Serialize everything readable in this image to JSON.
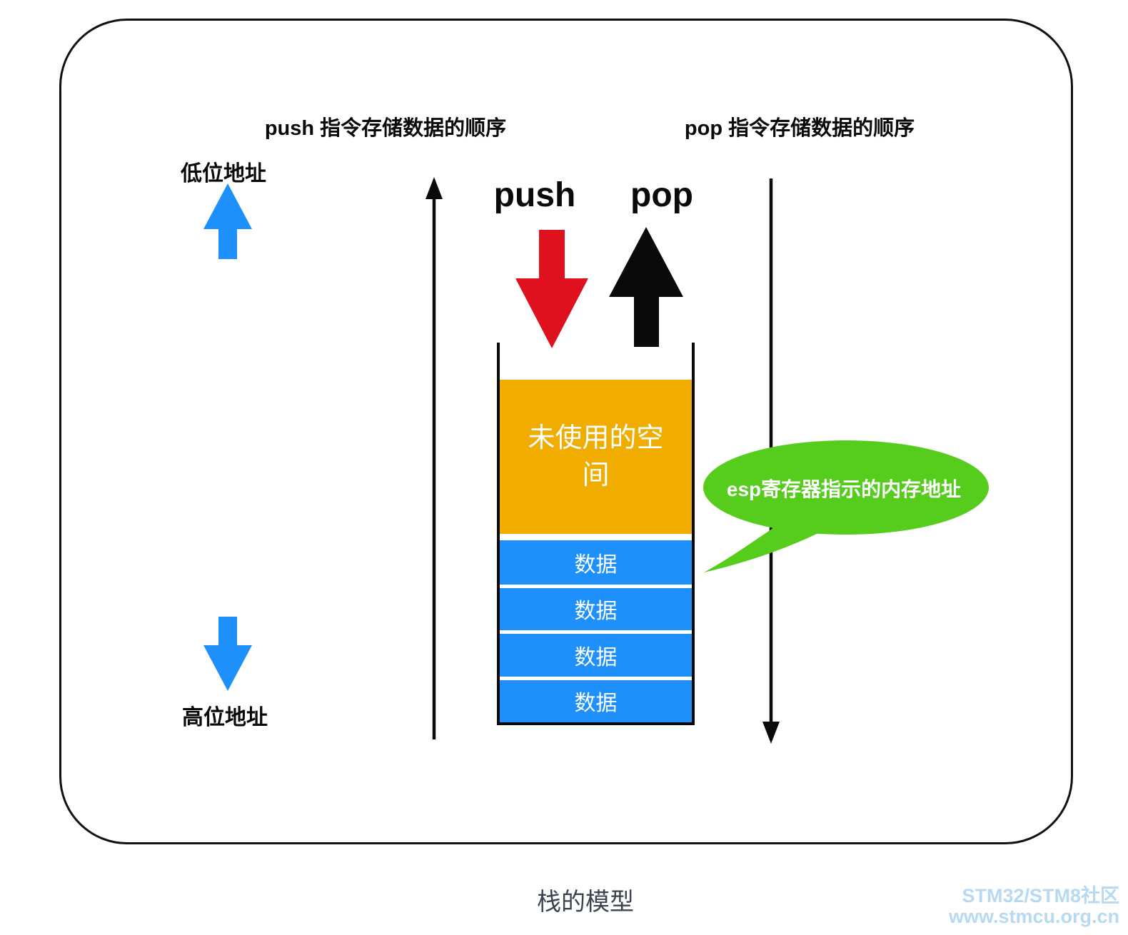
{
  "colors": {
    "blue": "#1E90FB",
    "orange": "#F1AC00",
    "red": "#E0111F",
    "green": "#56CC1C",
    "line": "#0a0a0a",
    "caption": "#3A4450",
    "watermark": "#B7DAF2"
  },
  "titles": {
    "push_order": "push 指令存储数据的顺序",
    "pop_order": "pop 指令存储数据的顺序"
  },
  "address_labels": {
    "low": "低位地址",
    "high": "高位地址"
  },
  "stack": {
    "push_label": "push",
    "pop_label": "pop",
    "unused_space": "未使用的空间",
    "data_blocks": [
      "数据",
      "数据",
      "数据",
      "数据"
    ]
  },
  "callout": {
    "text": "esp寄存器指示的内存地址"
  },
  "caption": "栈的模型",
  "watermark": {
    "line1": "STM32/STM8社区",
    "line2": "www.stmcu.org.cn"
  }
}
